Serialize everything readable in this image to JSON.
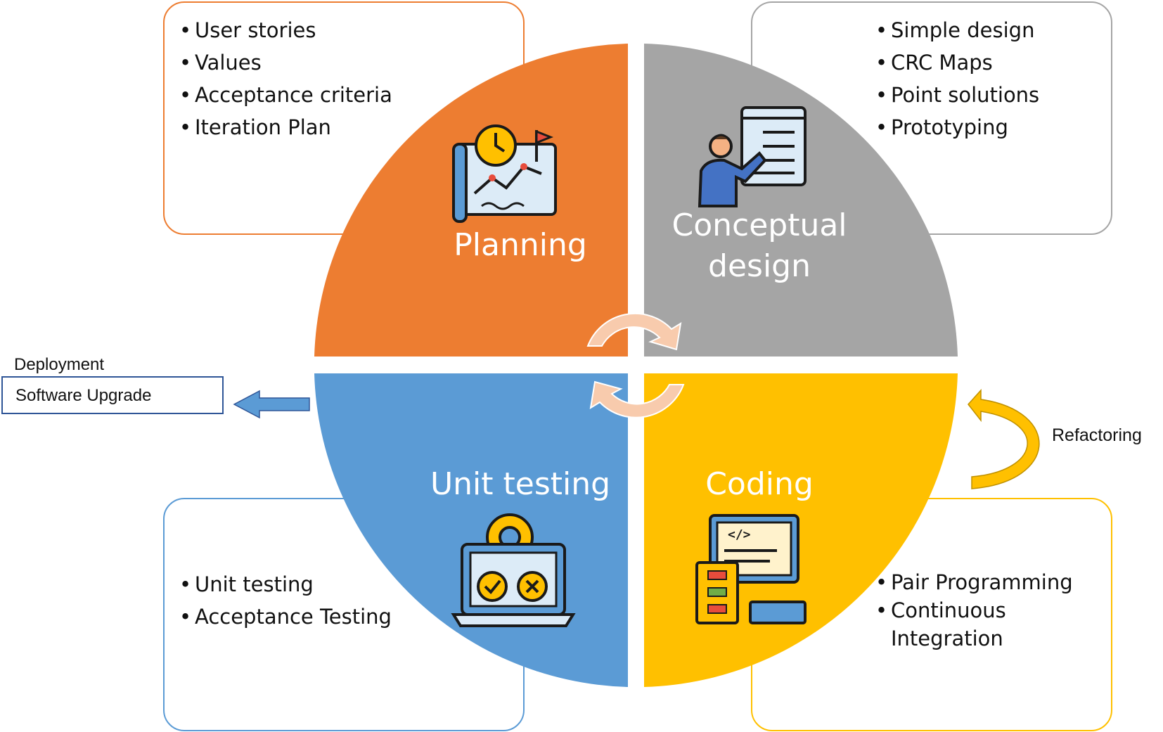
{
  "quadrants": {
    "planning": {
      "label": "Planning",
      "color": "#ED7D31",
      "icon": "planning-map-icon",
      "items": [
        "User stories",
        "Values",
        "Acceptance criteria",
        "Iteration Plan"
      ]
    },
    "conceptual": {
      "label_line1": "Conceptual",
      "label_line2": "design",
      "color": "#A5A5A5",
      "icon": "presenter-board-icon",
      "items": [
        "Simple design",
        "CRC Maps",
        "Point solutions",
        "Prototyping"
      ]
    },
    "unit_testing": {
      "label": "Unit testing",
      "color": "#5B9BD5",
      "icon": "laptop-test-icon",
      "items": [
        "Unit testing",
        "Acceptance Testing"
      ]
    },
    "coding": {
      "label": "Coding",
      "color": "#FFC000",
      "icon": "code-monitor-icon",
      "items": [
        "Pair Programming",
        "Continuous Integration"
      ]
    }
  },
  "deployment": {
    "title": "Deployment",
    "box_text": "Software Upgrade",
    "arrow_color": "#5B9BD5"
  },
  "refactoring": {
    "label": "Refactoring",
    "arrow_color": "#FFC000"
  },
  "cycle_arrow_color": "#F8CBAD"
}
